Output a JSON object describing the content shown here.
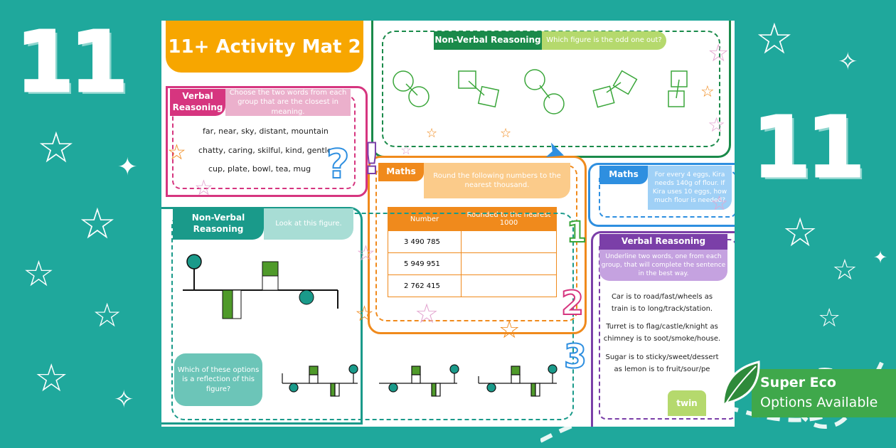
{
  "background": {
    "color": "#1fa89c",
    "big_numbers": [
      "11",
      "11"
    ]
  },
  "mat": {
    "title": "11+ Activity Mat 2",
    "verbal_reasoning_1": {
      "tag": "Verbal Reasoning",
      "question": "Choose the two words from each group that are the closest in meaning.",
      "lines": [
        "far, near, sky, distant, mountain",
        "chatty, caring, skilful, kind, gentle",
        "cup, plate, bowl, tea, mug"
      ]
    },
    "nvr_top": {
      "tag": "Non-Verbal Reasoning",
      "question": "Which figure is the odd one out?"
    },
    "nvr_bottom": {
      "tag": "Non-Verbal Reasoning",
      "instruction": "Look at this figure.",
      "question": "Which of these options is a reflection of this figure?"
    },
    "maths_1": {
      "tag": "Maths",
      "question": "Round the following numbers to the nearest thousand.",
      "headers": [
        "Number",
        "Rounded to the nearest 1000"
      ],
      "rows": [
        "3 490 785",
        "5 949 951",
        "2 762 415"
      ]
    },
    "maths_2": {
      "tag": "Maths",
      "question": "For every 4 eggs, Kira needs 140g of flour. If Kira uses 10 eggs, how much flour is needed?"
    },
    "verbal_reasoning_2": {
      "tag": "Verbal Reasoning",
      "question": "Underline two words, one from each group, that will complete the sentence in the best way.",
      "items": [
        "Car is to road/fast/wheels as train is to long/track/station.",
        "Turret is to flag/castle/knight as chimney is to soot/smoke/house.",
        "Sugar is to sticky/sweet/dessert as lemon is to fruit/sour/pe"
      ]
    },
    "decor_numbers": [
      "1",
      "2",
      "3"
    ],
    "brand": "twin"
  },
  "badge": {
    "line1": "Super Eco",
    "line2": "Options Available",
    "color": "#3fa84b"
  },
  "colors": {
    "orange": "#f7a600",
    "pink": "#d6357f",
    "green": "#1a8a4a",
    "teal": "#1a9a8a",
    "blue": "#2e8fe0",
    "purple": "#7b3fa8",
    "maths_orange": "#f08a1c"
  }
}
